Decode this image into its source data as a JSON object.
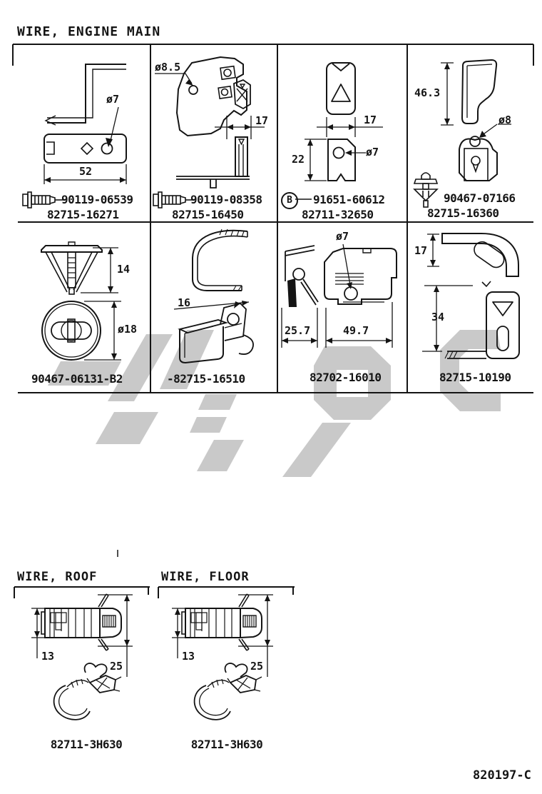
{
  "header": {
    "title": "WIRE, ENGINE MAIN"
  },
  "footer": {
    "doc_code": "820197-C"
  },
  "colors": {
    "line": "#141414",
    "watermark": "#c9c9c9"
  },
  "engine_main": {
    "cells": [
      {
        "dim_phi": "ø7",
        "dim_w": "52",
        "fastener_icon": "bolt-icon",
        "fastener_part": "90119-06539",
        "part": "82715-16271"
      },
      {
        "dim_phi": "ø8.5",
        "dim_w": "17",
        "fastener_icon": "bolt-icon",
        "fastener_part": "90119-08358",
        "part": "82715-16450"
      },
      {
        "dim_w": "17",
        "dim_h": "22",
        "dim_phi": "ø7",
        "callout": "B",
        "fastener_part": "91651-60612",
        "part": "82711-32650"
      },
      {
        "dim_h": "46.3",
        "dim_phi": "ø8",
        "fastener_icon": "push-pin-icon",
        "fastener_part": "90467-07166",
        "part": "82715-16360"
      },
      {
        "dim_h": "14",
        "dim_phi": "ø18",
        "part": "90467-06131-B2"
      },
      {
        "dim_w": "16",
        "part": "-82715-16510"
      },
      {
        "dim_phi": "ø7",
        "dim_a": "25.7",
        "dim_b": "49.7",
        "part": "82702-16010"
      },
      {
        "dim_a": "17",
        "dim_b": "34",
        "part": "82715-10190"
      }
    ]
  },
  "sections": [
    {
      "title": "WIRE, ROOF",
      "dim_h": "13",
      "dim_w": "25",
      "part": "82711-3H630"
    },
    {
      "title": "WIRE, FLOOR",
      "dim_h": "13",
      "dim_w": "25",
      "part": "82711-3H630"
    }
  ]
}
